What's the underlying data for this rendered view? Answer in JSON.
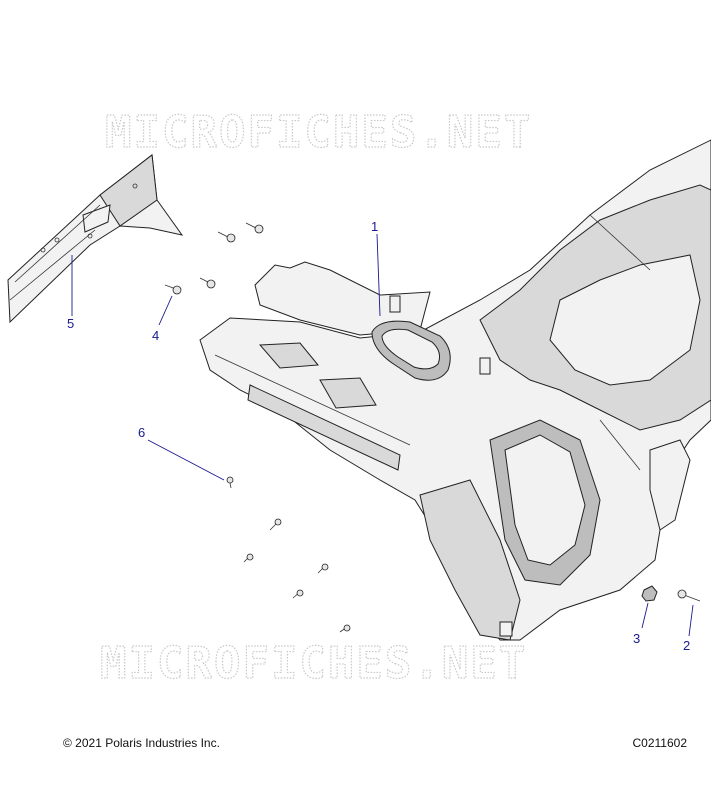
{
  "watermark": {
    "top_text": "MICROFICHES.NET",
    "bottom_text": "MICROFICHES.NET"
  },
  "callouts": [
    {
      "id": "callout-1",
      "label": "1"
    },
    {
      "id": "callout-2",
      "label": "2"
    },
    {
      "id": "callout-3",
      "label": "3"
    },
    {
      "id": "callout-4",
      "label": "4"
    },
    {
      "id": "callout-5",
      "label": "5"
    },
    {
      "id": "callout-6",
      "label": "6"
    }
  ],
  "footer": {
    "copyright": "© 2021 Polaris Industries Inc.",
    "drawing_id": "C0211602"
  },
  "colors": {
    "callout": "#1a1a8c",
    "watermark": "#c9c9c9"
  }
}
